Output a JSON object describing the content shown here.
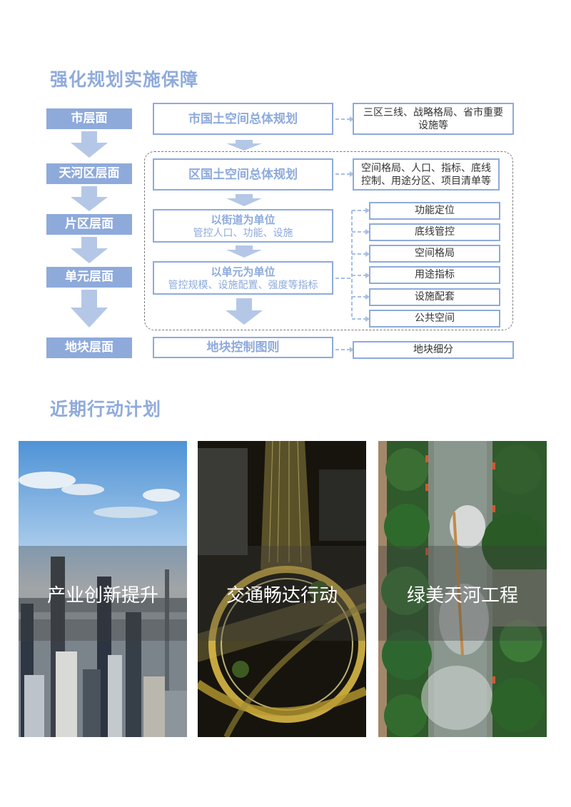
{
  "section1": {
    "title": "强化规划实施保障",
    "levels": [
      "市层面",
      "天河区层面",
      "片区层面",
      "单元层面",
      "地块层面"
    ],
    "main_boxes": [
      {
        "title": "市国土空间总体规划"
      },
      {
        "title": "区国土空间总体规划"
      },
      {
        "title": "以街道为单位",
        "sub": "管控人口、功能、设施"
      },
      {
        "title": "以单元为单位",
        "sub": "管控规模、设施配置、强度等指标"
      },
      {
        "title": "地块控制图则"
      }
    ],
    "right_boxes": {
      "city": "三区三线、战略格局、省市重要设施等",
      "city_line1": "三区三线、战略格局、省市重要",
      "city_line2": "设施等",
      "district_line1": "空间格局、人口、指标、底线",
      "district_line2": "控制、用途分区、项目清单等",
      "unit_items": [
        "功能定位",
        "底线管控",
        "空间格局",
        "用途指标",
        "设施配套",
        "公共空间"
      ],
      "plot": "地块细分"
    },
    "colors": {
      "accent": "#8eaadb",
      "arrow": "#b4c7e7",
      "dash_border": "#7a7a7a"
    }
  },
  "section2": {
    "title": "近期行动计划",
    "panels": [
      {
        "label": "产业创新提升",
        "image": "city-skyline-photo"
      },
      {
        "label": "交通畅达行动",
        "image": "night-interchange-photo"
      },
      {
        "label": "绿美天河工程",
        "image": "river-dragon-boat-photo"
      }
    ]
  }
}
